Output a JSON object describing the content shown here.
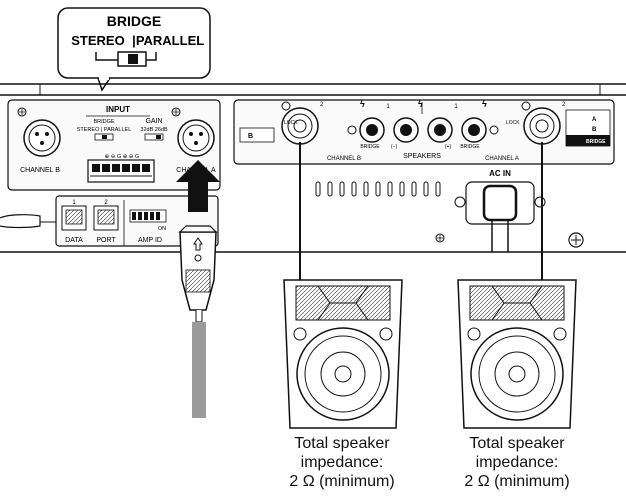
{
  "callout": {
    "title": "BRIDGE",
    "left_label": "STEREO",
    "divider": "|",
    "right_label": "PARALLEL"
  },
  "input_panel": {
    "title": "INPUT",
    "bridge_label": "BRIDGE",
    "stereo_parallel": "STEREO | PARALLEL",
    "gain_label": "GAIN",
    "gain_options": "32dB   26dB",
    "terminal_marks": "⊕ ⊖ G  ⊕ ⊖ G",
    "channel_b": "CHANNEL B",
    "channel_a": "CHANNEL A"
  },
  "data_port": {
    "port1": "1",
    "port2": "2",
    "label_data": "DATA",
    "label_port": "PORT",
    "amp_id": "AMP ID",
    "on": "ON"
  },
  "output_panel": {
    "lock_label": "LOCK",
    "connector_num": "2",
    "connector_num2": "1",
    "speakers": "SPEAKERS",
    "channel_b": "CHANNEL B",
    "channel_a": "CHANNEL A",
    "bridge_left": "BRIDGE",
    "bridge_right": "BRIDGE",
    "minus_label": "(−)",
    "plus_label": "(+)",
    "ac_in": "AC IN",
    "legend_b": "B",
    "legend_a": "A",
    "legend_bridge": "BRIDGE"
  },
  "captions": [
    {
      "line1": "Total speaker",
      "line2": "impedance:",
      "line3": "2 Ω (minimum)"
    },
    {
      "line1": "Total speaker",
      "line2": "impedance:",
      "line3": "2 Ω (minimum)"
    }
  ],
  "colors": {
    "line": "#111111",
    "panel_fill": "#f2f2f2",
    "cable_gray": "#9a9a9a",
    "arrow_black": "#111111"
  },
  "icons": {
    "xlr": "xlr-connector-icon",
    "speakon": "speakon-connector-icon",
    "screw": "screw-icon",
    "speaker": "loudspeaker-icon",
    "arrow": "insert-arrow-icon",
    "plug": "plug-icon"
  }
}
